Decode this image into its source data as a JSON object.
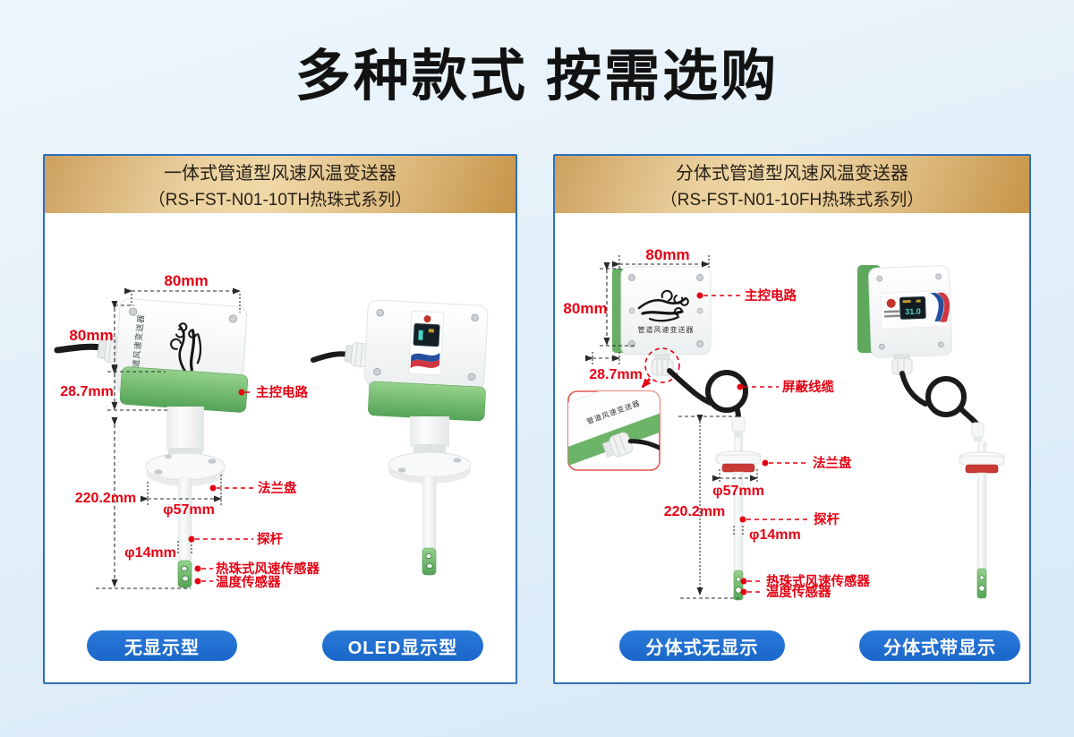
{
  "title": "多种款式 按需选购",
  "box_label": "管道风速变送器",
  "colors": {
    "accent_red": "#e60012",
    "button_blue": "#1a66c9",
    "device_green": "#6db768",
    "gold_header_from": "#cda05f",
    "gold_header_to": "#c69448",
    "panel_border": "#2f6fbb",
    "background_blue": "#dfeefa"
  },
  "panels": [
    {
      "id": "integrated",
      "title_line1": "一体式管道型风速风温变送器",
      "title_line2": "（RS-FST-N01-10TH热珠式系列）",
      "dims": {
        "top_width": "80mm",
        "side_height": "80mm",
        "base_height": "28.7mm",
        "probe_length": "220.2mm",
        "flange_diameter": "φ57mm",
        "probe_diameter": "φ14mm"
      },
      "labels": {
        "main_circuit": "主控电路",
        "flange": "法兰盘",
        "probe_rod": "探杆",
        "wind_sensor": "热珠式风速传感器",
        "temp_sensor": "温度传感器"
      },
      "buttons": [
        "无显示型",
        "OLED显示型"
      ]
    },
    {
      "id": "split",
      "title_line1": "分体式管道型风速风温变送器",
      "title_line2": "（RS-FST-N01-10FH热珠式系列）",
      "dims": {
        "top_width": "80mm",
        "side_height": "80mm",
        "base_height": "28.7mm",
        "probe_length": "220.2mm",
        "flange_diameter": "φ57mm",
        "probe_diameter": "φ14mm"
      },
      "labels": {
        "main_circuit": "主控电路",
        "shielded_cable": "屏蔽线缆",
        "flange": "法兰盘",
        "probe_rod": "探杆",
        "wind_sensor": "热珠式风速传感器",
        "temp_sensor": "温度传感器"
      },
      "display_value": "31.0",
      "buttons": [
        "分体式无显示",
        "分体式带显示"
      ]
    }
  ]
}
